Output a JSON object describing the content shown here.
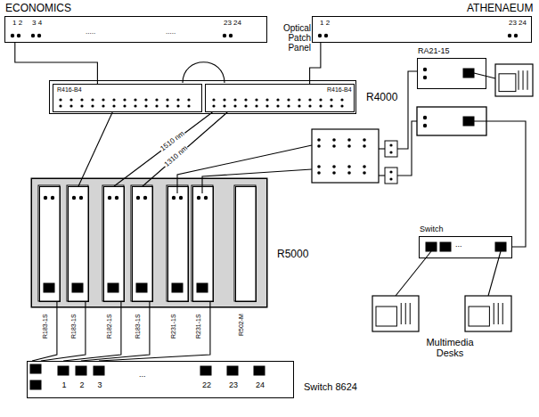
{
  "diagram": {
    "nodes": [
      {
        "text": [
          "ECONOMICS",
          "1 2",
          "3 4",
          ".....",
          ".....",
          "23 24"
        ]
      },
      {
        "text": [
          "ATHENAEUM",
          "1 2",
          "23 24"
        ]
      },
      {
        "text": [
          "R4000"
        ]
      },
      {
        "text": [
          "R416-B4"
        ],
        "in": 2
      },
      {
        "text": [
          "R416-B4"
        ],
        "in": 2
      },
      {
        "text": [
          "R5000"
        ]
      },
      {
        "text": [
          "R183-1S"
        ],
        "in": 5
      },
      {
        "text": [
          "R183-1S"
        ],
        "in": 5
      },
      {
        "text": [
          "R182-1S"
        ],
        "in": 5
      },
      {
        "text": [
          "R183-1S"
        ],
        "in": 5
      },
      {
        "text": [
          "R231-1S"
        ],
        "in": 5
      },
      {
        "text": [
          "R231-1S"
        ],
        "in": 5
      },
      {
        "text": [
          "R502-M"
        ],
        "in": 5
      },
      {
        "text": [
          "RA21-15"
        ]
      },
      {
        "text": [
          "Switch",
          "..."
        ]
      },
      {
        "text": [
          "Switch 8624",
          "1",
          "2",
          "3",
          "...",
          "22",
          "23",
          "24"
        ]
      }
    ],
    "edges": [
      {
        "from": 0,
        "to": 3,
        "arrow": "none"
      },
      {
        "from": 1,
        "to": 4,
        "arrow": "none"
      },
      {
        "from": 3,
        "to": 7,
        "arrow": "none"
      },
      {
        "from": 4,
        "to": 8,
        "label": "1510 nm",
        "arrow": "none"
      },
      {
        "from": 4,
        "to": 9,
        "label": "1310 nm",
        "arrow": "none"
      },
      {
        "from": 6,
        "to": 15,
        "arrow": "none"
      },
      {
        "from": 7,
        "to": 15,
        "arrow": "none"
      },
      {
        "from": 8,
        "to": 15,
        "arrow": "none"
      },
      {
        "from": 9,
        "to": 15,
        "arrow": "none"
      },
      {
        "from": 11,
        "to": 15,
        "arrow": "none"
      }
    ],
    "labels": [
      "Optical Patch Panel",
      "Multimedia Desks"
    ]
  }
}
